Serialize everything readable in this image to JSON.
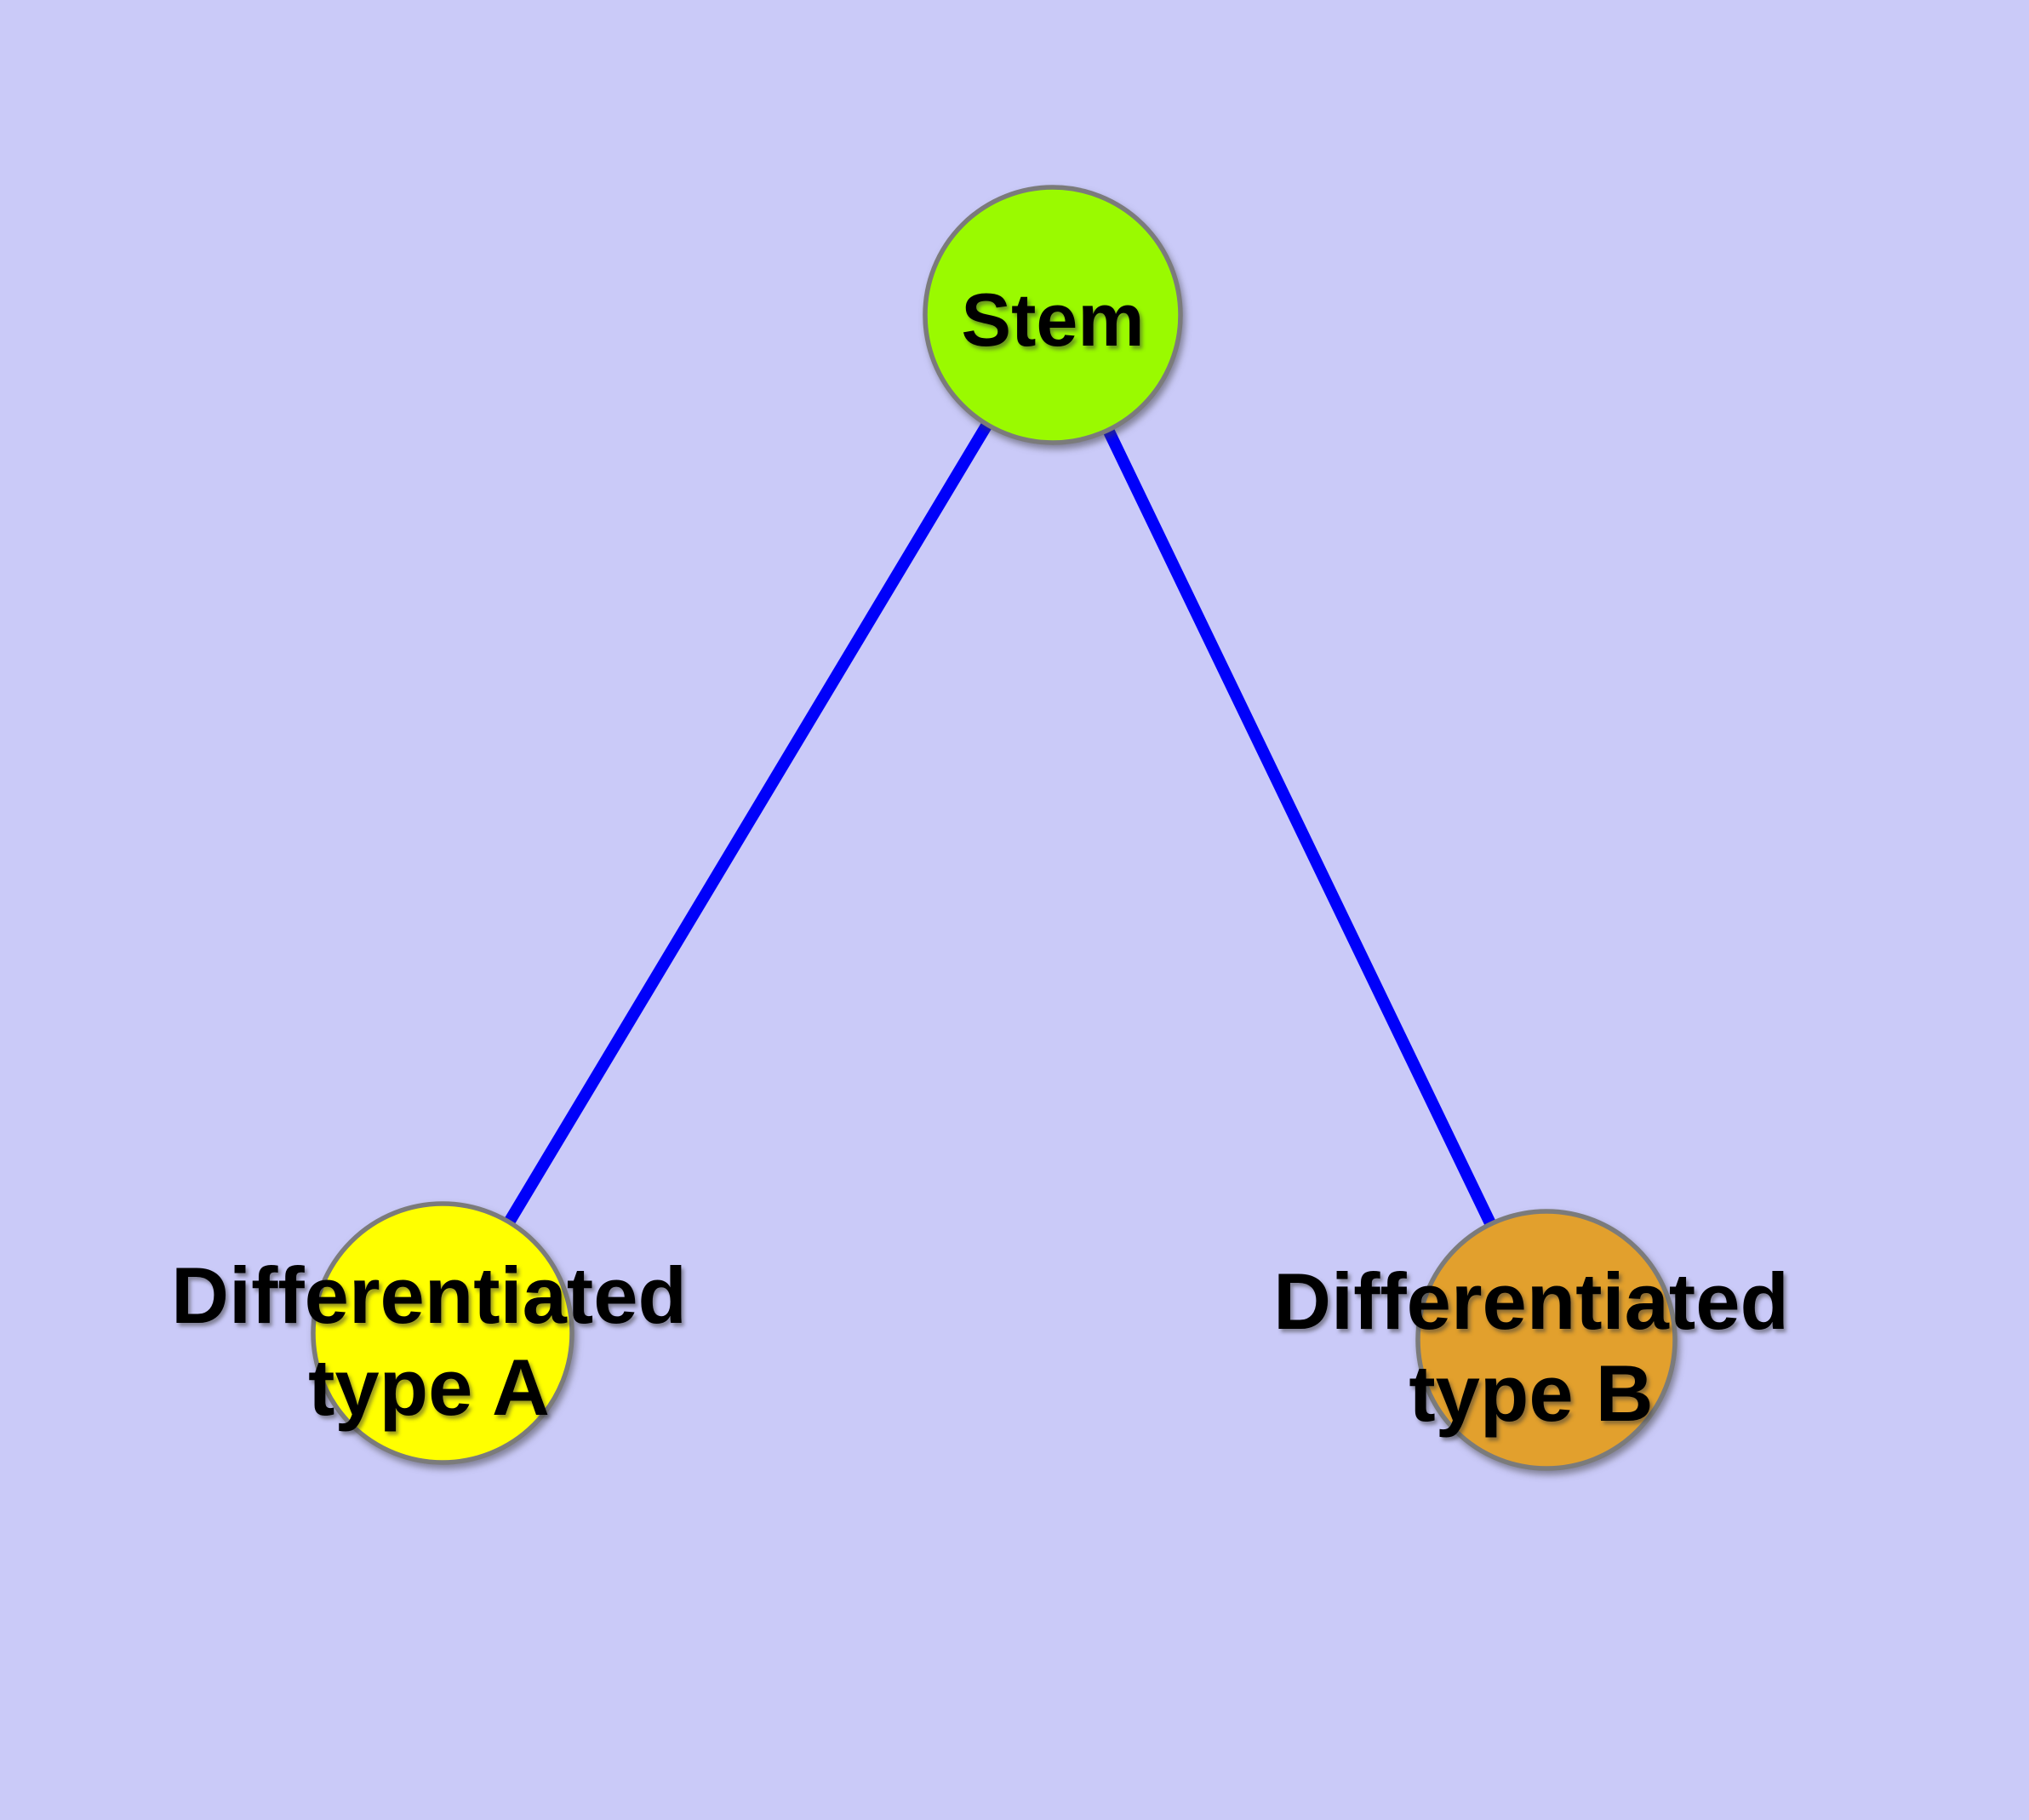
{
  "diagram": {
    "background_color": "#CACAF8",
    "edge_color": "#0000FA",
    "node_border_color": "#7B7B7B",
    "label_color": "#000000",
    "nodes": {
      "stem": {
        "label": "Stem",
        "fill_color": "#9AFA00"
      },
      "type_a": {
        "label_line1": "Differentiated",
        "label_line2": "type A",
        "fill_color": "#FFFF00"
      },
      "type_b": {
        "label_line1": "Differentiated",
        "label_line2": "type B",
        "fill_color": "#E2A02D"
      }
    },
    "edges": [
      {
        "from": "Stem",
        "to": "Differentiated type A"
      },
      {
        "from": "Stem",
        "to": "Differentiated type B"
      }
    ]
  }
}
